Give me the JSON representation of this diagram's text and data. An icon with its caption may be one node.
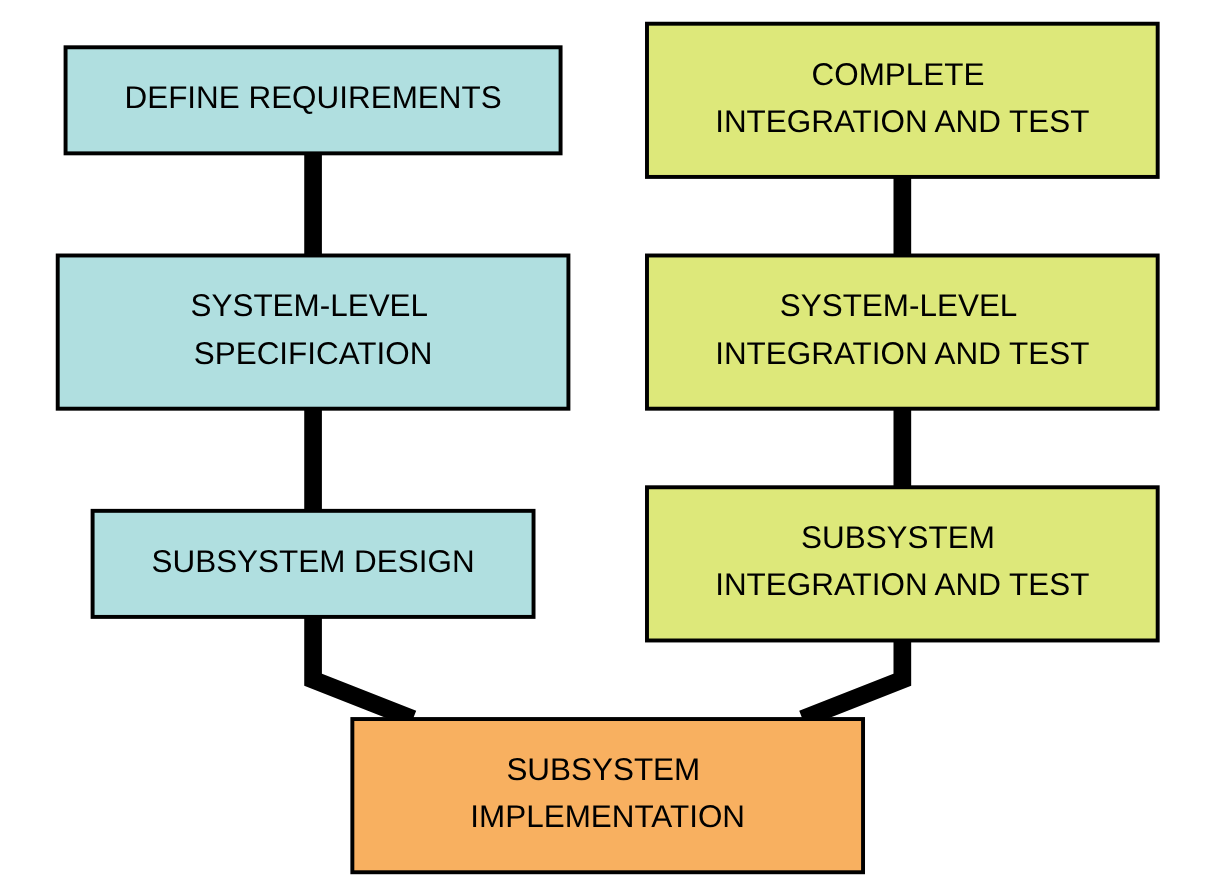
{
  "diagram": {
    "nodes": [
      {
        "text": [
          "DEFINE REQUIREMENTS"
        ]
      },
      {
        "text": [
          "SYSTEM-LEVEL SPECIFICATION"
        ]
      },
      {
        "text": [
          "SUBSYSTEM DESIGN"
        ]
      },
      {
        "text": [
          "SUBSYSTEM IMPLEMENTATION"
        ]
      },
      {
        "text": [
          "SUBSYSTEM INTEGRATION AND TEST"
        ]
      },
      {
        "text": [
          "SYSTEM-LEVEL INTEGRATION AND TEST"
        ]
      },
      {
        "text": [
          "COMPLETE INTEGRATION AND TEST"
        ]
      }
    ],
    "edges": [
      {
        "from": 0,
        "to": 1,
        "arrow": "none"
      },
      {
        "from": 1,
        "to": 2,
        "arrow": "none"
      },
      {
        "from": 2,
        "to": 3,
        "arrow": "none"
      },
      {
        "from": 3,
        "to": 4,
        "arrow": "none"
      },
      {
        "from": 4,
        "to": 5,
        "arrow": "none"
      },
      {
        "from": 5,
        "to": 6,
        "arrow": "none"
      }
    ]
  }
}
